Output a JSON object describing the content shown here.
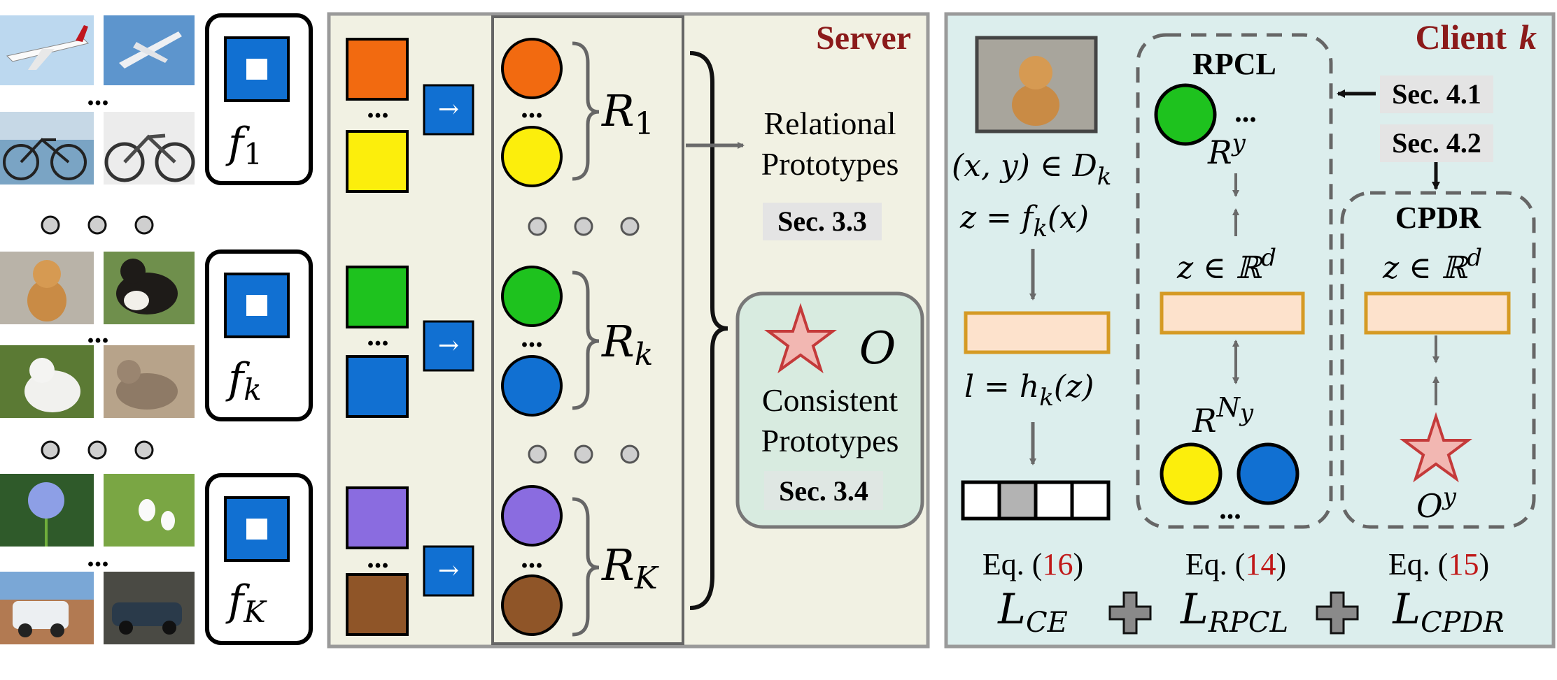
{
  "colors": {
    "server_bg": "#f1f1e3",
    "client_bg": "#dceeed",
    "title_red": "#8b1a1a",
    "eq_red": "#c01818",
    "blue": "#1170d2",
    "orange": "#f26a10",
    "yellow": "#fcee0c",
    "green": "#1ec21e",
    "purple": "#8a6ce0",
    "brown": "#8f5528",
    "feature_fill": "#fde2cc",
    "feature_stroke": "#d59a24",
    "star_fill": "#f2b7b2",
    "star_stroke": "#c43a3a",
    "consistent_bg": "#d8ebe0",
    "sec_bg": "#e4e4e4",
    "arrow_gray": "#6a6a6a"
  },
  "left_panel": {
    "groups": [
      {
        "images": [
          "airplane-photo",
          "airplane-photo-2",
          "bicycle-photo",
          "bicycle-photo-2"
        ],
        "model_label": "f",
        "model_sub": "1"
      },
      {
        "images": [
          "puppy-photo",
          "dog-photo",
          "cat-photo",
          "cat-photo-2"
        ],
        "model_label": "f",
        "model_sub": "k"
      },
      {
        "images": [
          "flower-photo",
          "flower-photo-2",
          "car-photo",
          "car-photo-2"
        ],
        "model_label": "f",
        "model_sub": "K"
      }
    ],
    "ellipsis": "..."
  },
  "server": {
    "title": "Server",
    "groups": [
      {
        "square_colors": [
          "orange",
          "yellow"
        ],
        "circle_colors": [
          "orange",
          "yellow"
        ],
        "label_main": "R",
        "label_sub": "1"
      },
      {
        "square_colors": [
          "green",
          "blue"
        ],
        "circle_colors": [
          "green",
          "blue"
        ],
        "label_main": "R",
        "label_sub": "k"
      },
      {
        "square_colors": [
          "purple",
          "brown"
        ],
        "circle_colors": [
          "purple",
          "brown"
        ],
        "label_main": "R",
        "label_sub": "K"
      }
    ],
    "arrow_glyph": "→",
    "relational_line1": "Relational",
    "relational_line2": "Prototypes",
    "relational_sec": "Sec. 3.3",
    "consistent_symbol": "O",
    "consistent_line1": "Consistent",
    "consistent_line2": "Prototypes",
    "consistent_sec": "Sec. 3.4"
  },
  "client": {
    "title": "Client",
    "title_var": "k",
    "sec41": "Sec. 4.1",
    "sec42": "Sec. 4.2",
    "col1": {
      "pair": "(x, y) ∈ D",
      "pair_sub": "k",
      "z_eq": "z = f",
      "z_sub": "k",
      "z_arg": "(x)",
      "l_eq": "l = h",
      "l_sub": "k",
      "l_arg": "(z)"
    },
    "rpcl": {
      "title": "RPCL",
      "r_main": "R",
      "r_sup": "y",
      "z_space": "z ∈ ℝ",
      "z_sup": "d",
      "rn_main": "R",
      "rn_sup": "N",
      "rn_sub": "y"
    },
    "cpdr": {
      "title": "CPDR",
      "z_space": "z ∈ ℝ",
      "z_sup": "d",
      "o_main": "O",
      "o_sup": "y"
    },
    "equations": [
      {
        "prefix": "Eq. (",
        "num": "16",
        "suffix": ")",
        "loss": "L",
        "loss_sub": "CE"
      },
      {
        "prefix": "Eq. (",
        "num": "14",
        "suffix": ")",
        "loss": "L",
        "loss_sub": "RPCL"
      },
      {
        "prefix": "Eq. (",
        "num": "15",
        "suffix": ")",
        "loss": "L",
        "loss_sub": "CPDR"
      }
    ]
  }
}
